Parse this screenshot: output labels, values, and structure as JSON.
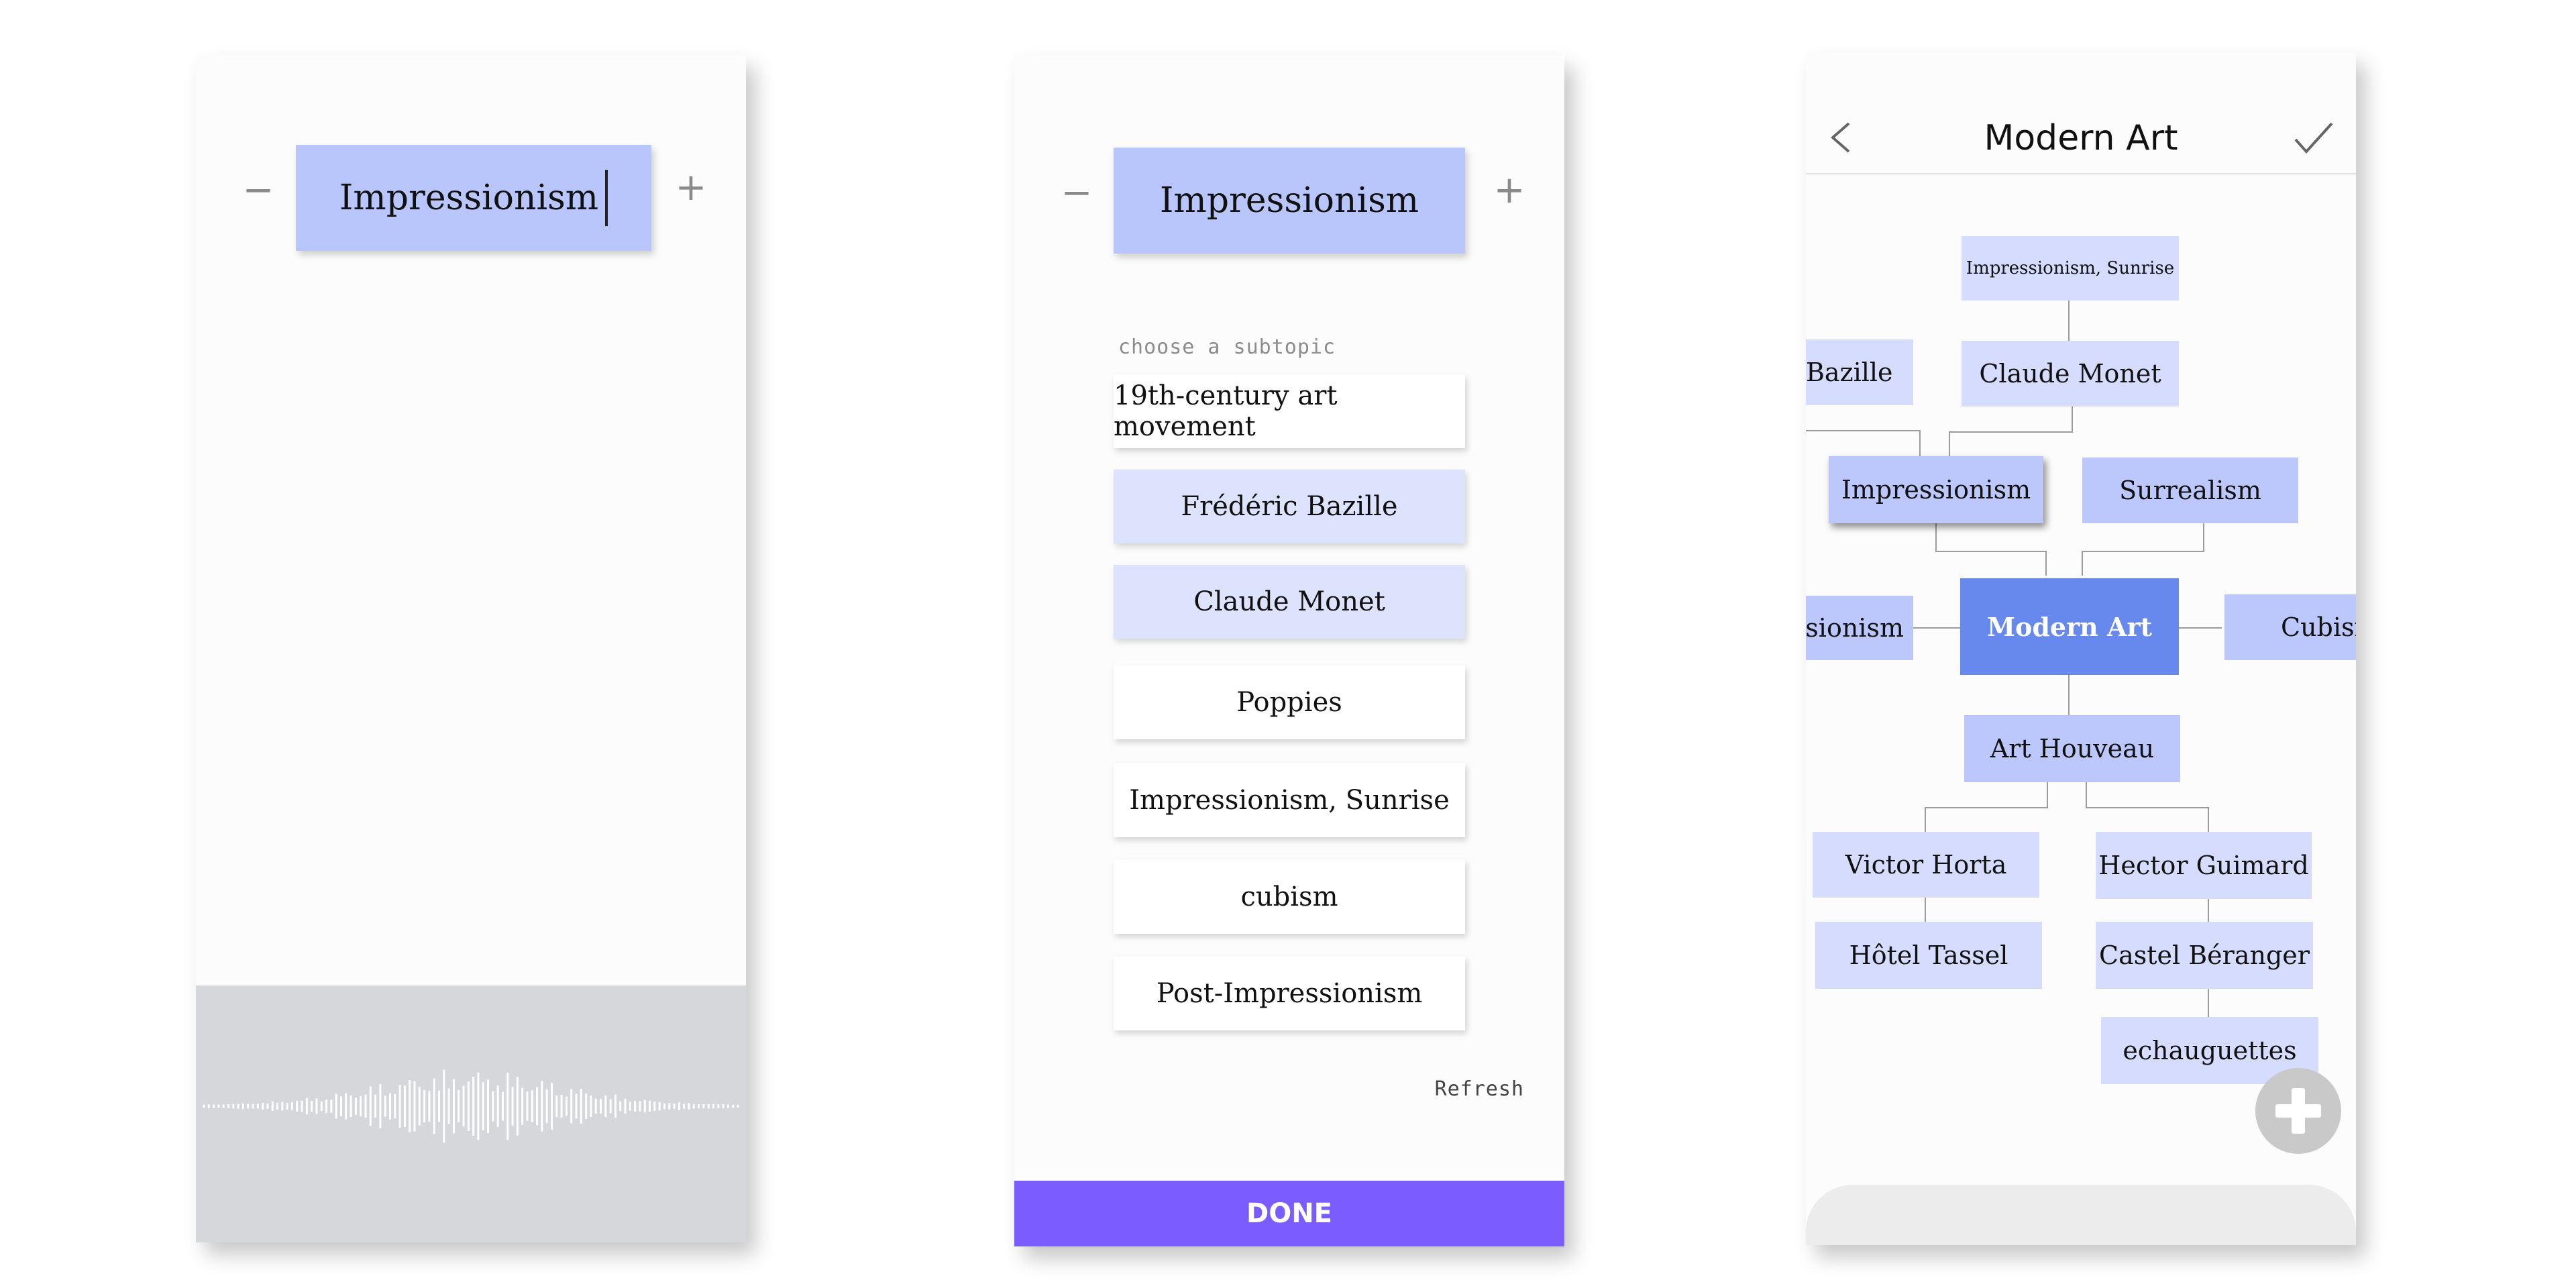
{
  "phone1": {
    "topic": "Impressionism",
    "minus_label": "−",
    "plus_label": "+"
  },
  "phone2": {
    "topic": "Impressionism",
    "minus_label": "−",
    "plus_label": "+",
    "subtopic_prompt": "choose a subtopic",
    "subtopics": [
      {
        "label": "19th-century art movement",
        "selected": false
      },
      {
        "label": "Frédéric Bazille",
        "selected": true
      },
      {
        "label": "Claude Monet",
        "selected": true
      },
      {
        "label": "Poppies",
        "selected": false
      },
      {
        "label": "Impressionism, Sunrise",
        "selected": false
      },
      {
        "label": "cubism",
        "selected": false
      },
      {
        "label": "Post-Impressionism",
        "selected": false
      }
    ],
    "refresh_label": "Refresh",
    "done_label": "DONE"
  },
  "phone3": {
    "title": "Modern Art",
    "nodes": {
      "impressionism_sunrise": "Impressionism, Sunrise",
      "bazille": "Bazille",
      "claude_monet": "Claude Monet",
      "impressionism": "Impressionism",
      "surrealism": "Surrealism",
      "left_partial": "sionism",
      "modern_art": "Modern Art",
      "cubism_partial": "Cubism",
      "art_houveau": "Art Houveau",
      "victor_horta": "Victor Horta",
      "hector_guimard": "Hector Guimard",
      "hotel_tassel": "Hôtel Tassel",
      "castel_beranger": "Castel Béranger",
      "echauguettes": "echauguettes"
    }
  },
  "colors": {
    "topic_box": "#b9c6fc",
    "selected_subtopic": "#dde3fd",
    "done_bar": "#7b5cff",
    "center_node": "#6788ec",
    "voice_panel": "#d5d7db"
  }
}
